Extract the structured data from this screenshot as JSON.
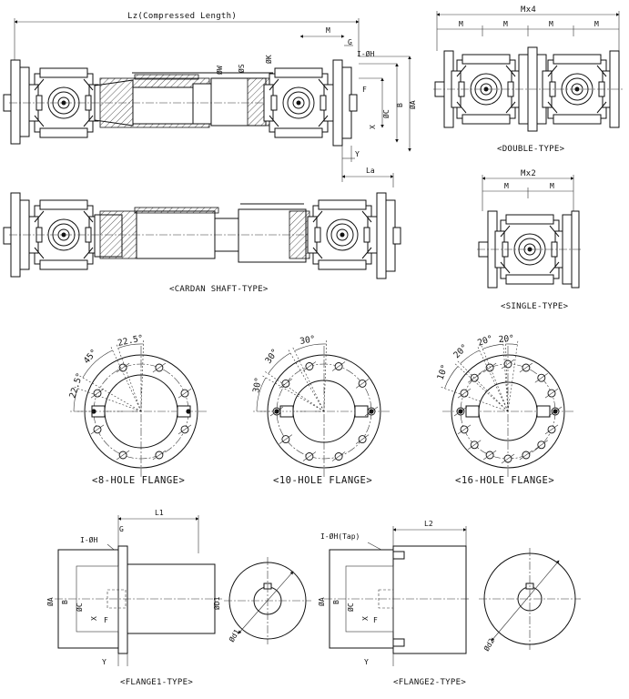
{
  "views": {
    "cardan_top": {
      "length_label": "Lz(Compressed Length)",
      "m_label": "M",
      "g_label": "G",
      "hole_label": "I-ØH",
      "w_label": "ØW",
      "s_label": "ØS",
      "k_label": "ØK",
      "f_label": "F",
      "c_label": "ØC",
      "b_label": "B",
      "a_label": "ØA",
      "x_label": "X",
      "y_label": "Y",
      "la_label": "La"
    },
    "cardan_bottom": {
      "caption": "<CARDAN SHAFT-TYPE>"
    },
    "double": {
      "total_label": "Mx4",
      "m_labels": [
        "M",
        "M",
        "M",
        "M"
      ],
      "caption": "<DOUBLE-TYPE>"
    },
    "single": {
      "total_label": "Mx2",
      "m_labels": [
        "M",
        "M"
      ],
      "caption": "<SINGLE-TYPE>"
    }
  },
  "flanges": [
    {
      "caption": "<8-HOLE FLANGE>",
      "angles": [
        "22.5°",
        "45°",
        "22.5°"
      ]
    },
    {
      "caption": "<10-HOLE FLANGE>",
      "angles": [
        "30°",
        "30°",
        "30°"
      ]
    },
    {
      "caption": "<16-HOLE FLANGE>",
      "angles": [
        "10°",
        "20°",
        "20°",
        "20°"
      ]
    }
  ],
  "flange1": {
    "caption": "<FLANGE1-TYPE>",
    "l_label": "L1",
    "g_label": "G",
    "hole_label": "I-ØH",
    "a_label": "ØA",
    "b_label": "B",
    "c_label": "ØC",
    "x_label": "X",
    "f_label": "F",
    "d_label": "ØD1",
    "d_sub_label": "Ød1",
    "y_label": "Y"
  },
  "flange2": {
    "caption": "<FLANGE2-TYPE>",
    "l_label": "L2",
    "hole_label": "I-ØH(Tap)",
    "a_label": "ØA",
    "b_label": "B",
    "c_label": "ØC",
    "x_label": "X",
    "f_label": "F",
    "d_sub_label": "Ød2",
    "y_label": "Y"
  }
}
